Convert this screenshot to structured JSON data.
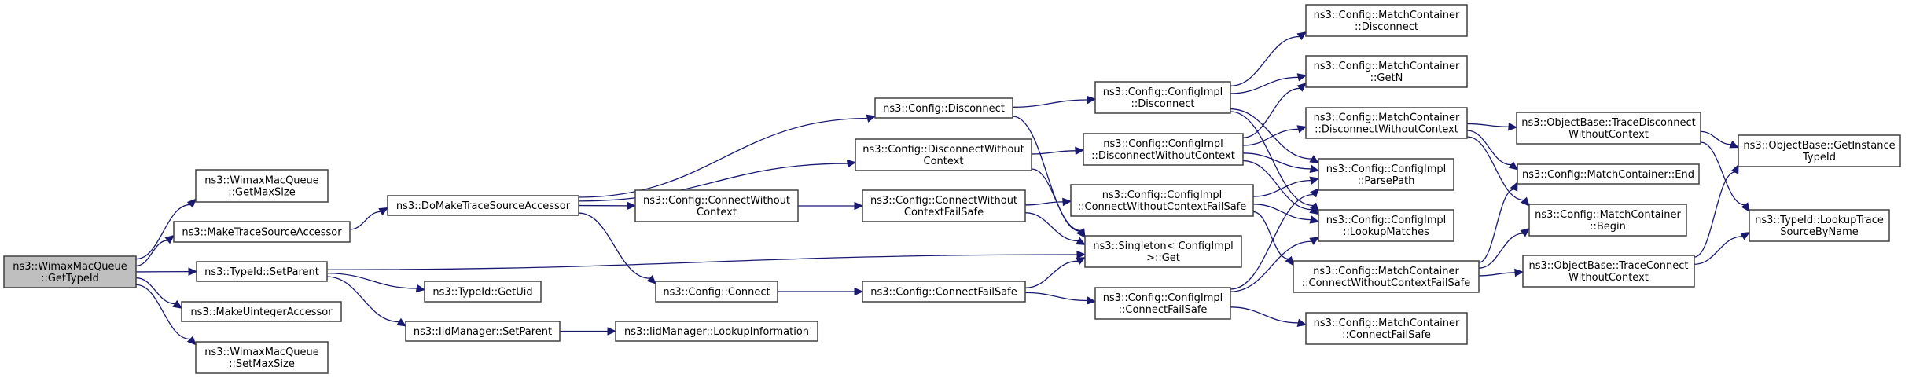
{
  "diagram": {
    "type": "call-graph",
    "root": "GetTypeId",
    "colors": {
      "edge": "#191970",
      "root_fill": "#bfbfbf",
      "node_fill": "#ffffff",
      "node_border": "#404040"
    },
    "nodes": [
      {
        "id": "GetTypeId",
        "lines": [
          "ns3::WimaxMacQueue",
          "::GetTypeId"
        ],
        "root": true
      },
      {
        "id": "GetMaxSize",
        "lines": [
          "ns3::WimaxMacQueue",
          "::GetMaxSize"
        ]
      },
      {
        "id": "MakeTraceSourceAccessor",
        "lines": [
          "ns3::MakeTraceSourceAccessor"
        ]
      },
      {
        "id": "TypeIdSetParent",
        "lines": [
          "ns3::TypeId::SetParent"
        ]
      },
      {
        "id": "MakeUintegerAccessor",
        "lines": [
          "ns3::MakeUintegerAccessor"
        ]
      },
      {
        "id": "SetMaxSize",
        "lines": [
          "ns3::WimaxMacQueue",
          "::SetMaxSize"
        ]
      },
      {
        "id": "DoMakeTraceSourceAccessor",
        "lines": [
          "ns3::DoMakeTraceSourceAccessor"
        ]
      },
      {
        "id": "GetUid",
        "lines": [
          "ns3::TypeId::GetUid"
        ]
      },
      {
        "id": "IidSetParent",
        "lines": [
          "ns3::IidManager::SetParent"
        ]
      },
      {
        "id": "LookupInformation",
        "lines": [
          "ns3::IidManager::LookupInformation"
        ]
      },
      {
        "id": "ConfigDisconnect",
        "lines": [
          "ns3::Config::Disconnect"
        ]
      },
      {
        "id": "ConfigDisconnectWC",
        "lines": [
          "ns3::Config::DisconnectWithout",
          "Context"
        ]
      },
      {
        "id": "ConfigConnectWC",
        "lines": [
          "ns3::Config::ConnectWithout",
          "Context"
        ]
      },
      {
        "id": "ConfigConnectWCFS",
        "lines": [
          "ns3::Config::ConnectWithout",
          "ContextFailSafe"
        ]
      },
      {
        "id": "ConfigConnect",
        "lines": [
          "ns3::Config::Connect"
        ]
      },
      {
        "id": "ConfigConnectFS",
        "lines": [
          "ns3::Config::ConnectFailSafe"
        ]
      },
      {
        "id": "ImplDisconnect",
        "lines": [
          "ns3::Config::ConfigImpl",
          "::Disconnect"
        ]
      },
      {
        "id": "ImplDisconnectWC",
        "lines": [
          "ns3::Config::ConfigImpl",
          "::DisconnectWithoutContext"
        ]
      },
      {
        "id": "ImplConnectWCFS",
        "lines": [
          "ns3::Config::ConfigImpl",
          "::ConnectWithoutContextFailSafe"
        ]
      },
      {
        "id": "SingletonGet",
        "lines": [
          "ns3::Singleton< ConfigImpl",
          ">::Get"
        ]
      },
      {
        "id": "ImplConnectFS",
        "lines": [
          "ns3::Config::ConfigImpl",
          "::ConnectFailSafe"
        ]
      },
      {
        "id": "MCDisconnect",
        "lines": [
          "ns3::Config::MatchContainer",
          "::Disconnect"
        ]
      },
      {
        "id": "MCGetN",
        "lines": [
          "ns3::Config::MatchContainer",
          "::GetN"
        ]
      },
      {
        "id": "MCDisconnectWC",
        "lines": [
          "ns3::Config::MatchContainer",
          "::DisconnectWithoutContext"
        ]
      },
      {
        "id": "ParsePath",
        "lines": [
          "ns3::Config::ConfigImpl",
          "::ParsePath"
        ]
      },
      {
        "id": "LookupMatches",
        "lines": [
          "ns3::Config::ConfigImpl",
          "::LookupMatches"
        ]
      },
      {
        "id": "MCConnectWCFS",
        "lines": [
          "ns3::Config::MatchContainer",
          "::ConnectWithoutContextFailSafe"
        ]
      },
      {
        "id": "MCConnectFS",
        "lines": [
          "ns3::Config::MatchContainer",
          "::ConnectFailSafe"
        ]
      },
      {
        "id": "TraceDisconnectWC",
        "lines": [
          "ns3::ObjectBase::TraceDisconnect",
          "WithoutContext"
        ]
      },
      {
        "id": "MCEnd",
        "lines": [
          "ns3::Config::MatchContainer::End"
        ]
      },
      {
        "id": "MCBegin",
        "lines": [
          "ns3::Config::MatchContainer",
          "::Begin"
        ]
      },
      {
        "id": "TraceConnectWC",
        "lines": [
          "ns3::ObjectBase::TraceConnect",
          "WithoutContext"
        ]
      },
      {
        "id": "GetInstanceTypeId",
        "lines": [
          "ns3::ObjectBase::GetInstance",
          "TypeId"
        ]
      },
      {
        "id": "LookupTraceSourceByName",
        "lines": [
          "ns3::TypeId::LookupTrace",
          "SourceByName"
        ]
      }
    ],
    "edges": [
      [
        "GetTypeId",
        "GetMaxSize"
      ],
      [
        "GetTypeId",
        "MakeTraceSourceAccessor"
      ],
      [
        "GetTypeId",
        "TypeIdSetParent"
      ],
      [
        "GetTypeId",
        "MakeUintegerAccessor"
      ],
      [
        "GetTypeId",
        "SetMaxSize"
      ],
      [
        "MakeTraceSourceAccessor",
        "DoMakeTraceSourceAccessor"
      ],
      [
        "TypeIdSetParent",
        "SingletonGet"
      ],
      [
        "TypeIdSetParent",
        "GetUid"
      ],
      [
        "TypeIdSetParent",
        "IidSetParent"
      ],
      [
        "IidSetParent",
        "LookupInformation"
      ],
      [
        "DoMakeTraceSourceAccessor",
        "ConfigDisconnect"
      ],
      [
        "DoMakeTraceSourceAccessor",
        "ConfigDisconnectWC"
      ],
      [
        "DoMakeTraceSourceAccessor",
        "ConfigConnectWC"
      ],
      [
        "DoMakeTraceSourceAccessor",
        "ConfigConnect"
      ],
      [
        "ConfigConnectWC",
        "ConfigConnectWCFS"
      ],
      [
        "ConfigConnect",
        "ConfigConnectFS"
      ],
      [
        "ConfigDisconnect",
        "ImplDisconnect"
      ],
      [
        "ConfigDisconnect",
        "SingletonGet"
      ],
      [
        "ConfigDisconnectWC",
        "ImplDisconnectWC"
      ],
      [
        "ConfigDisconnectWC",
        "SingletonGet"
      ],
      [
        "ConfigConnectWCFS",
        "ImplConnectWCFS"
      ],
      [
        "ConfigConnectWCFS",
        "SingletonGet"
      ],
      [
        "ConfigConnectFS",
        "SingletonGet"
      ],
      [
        "ConfigConnectFS",
        "ImplConnectFS"
      ],
      [
        "ImplDisconnect",
        "MCDisconnect"
      ],
      [
        "ImplDisconnect",
        "MCGetN"
      ],
      [
        "ImplDisconnect",
        "ParsePath"
      ],
      [
        "ImplDisconnect",
        "LookupMatches"
      ],
      [
        "ImplDisconnectWC",
        "MCGetN"
      ],
      [
        "ImplDisconnectWC",
        "MCDisconnectWC"
      ],
      [
        "ImplDisconnectWC",
        "ParsePath"
      ],
      [
        "ImplDisconnectWC",
        "LookupMatches"
      ],
      [
        "ImplConnectWCFS",
        "ParsePath"
      ],
      [
        "ImplConnectWCFS",
        "LookupMatches"
      ],
      [
        "ImplConnectWCFS",
        "MCConnectWCFS"
      ],
      [
        "ImplConnectFS",
        "ParsePath"
      ],
      [
        "ImplConnectFS",
        "LookupMatches"
      ],
      [
        "ImplConnectFS",
        "MCConnectFS"
      ],
      [
        "MCDisconnectWC",
        "TraceDisconnectWC"
      ],
      [
        "MCDisconnectWC",
        "MCEnd"
      ],
      [
        "MCDisconnectWC",
        "MCBegin"
      ],
      [
        "MCConnectWCFS",
        "MCEnd"
      ],
      [
        "MCConnectWCFS",
        "MCBegin"
      ],
      [
        "MCConnectWCFS",
        "TraceConnectWC"
      ],
      [
        "TraceDisconnectWC",
        "GetInstanceTypeId"
      ],
      [
        "TraceDisconnectWC",
        "LookupTraceSourceByName"
      ],
      [
        "TraceConnectWC",
        "GetInstanceTypeId"
      ],
      [
        "TraceConnectWC",
        "LookupTraceSourceByName"
      ]
    ]
  }
}
